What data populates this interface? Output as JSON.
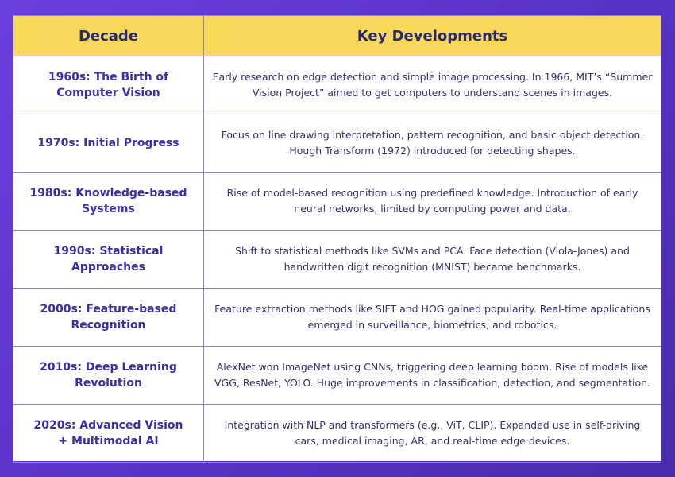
{
  "header": {
    "decade": "Decade",
    "developments": "Key Developments"
  },
  "rows": [
    {
      "decade": "1960s: The Birth of Computer Vision",
      "developments": "Early research on edge detection and simple image processing. In 1966, MIT’s “Summer Vision Project” aimed to get computers to understand scenes in images."
    },
    {
      "decade": "1970s: Initial Progress",
      "developments": "Focus on line drawing interpretation, pattern recognition, and basic object detection. Hough Transform (1972) introduced for detecting shapes."
    },
    {
      "decade": "1980s: Knowledge-based Systems",
      "developments": "Rise of model-based recognition using predefined knowledge. Introduction of early neural networks, limited by computing power and data."
    },
    {
      "decade": "1990s: Statistical Approaches",
      "developments": "Shift to statistical methods like SVMs and PCA. Face detection (Viola-Jones) and handwritten digit recognition (MNIST) became benchmarks."
    },
    {
      "decade": "2000s: Feature-based Recognition",
      "developments": "Feature extraction methods like SIFT and HOG gained popularity. Real-time applications emerged in surveillance, biometrics, and robotics."
    },
    {
      "decade": "2010s: Deep Learning Revolution",
      "developments": "AlexNet won ImageNet using CNNs, triggering deep learning boom. Rise of models like VGG, ResNet, YOLO. Huge improvements in classification, detection, and segmentation."
    },
    {
      "decade": "2020s: Advanced Vision + Multimodal AI",
      "developments": "Integration with NLP and transformers (e.g., ViT, CLIP). Expanded use in self-driving cars, medical imaging, AR, and real-time edge devices."
    }
  ]
}
